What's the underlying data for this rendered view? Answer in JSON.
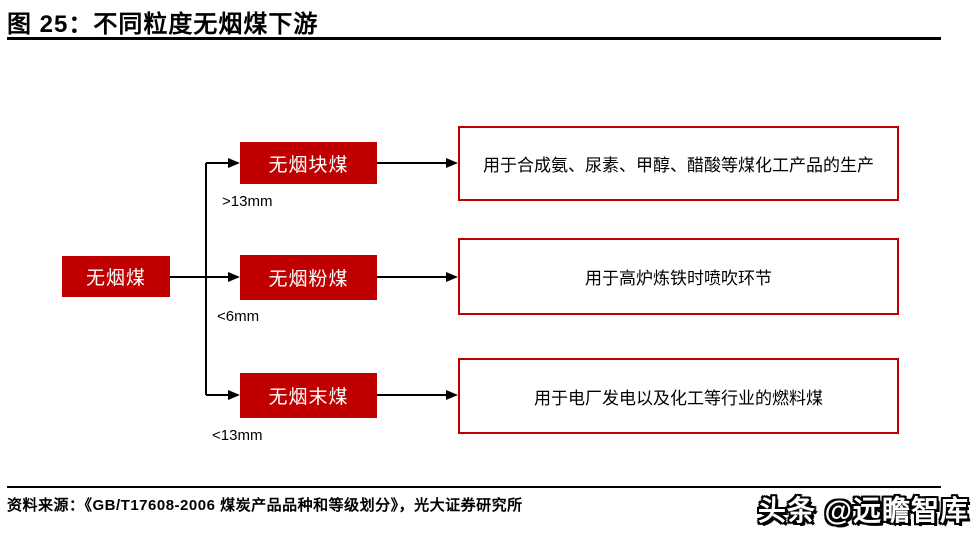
{
  "header": {
    "title": "图 25：不同粒度无烟煤下游"
  },
  "diagram": {
    "root": {
      "label": "无烟煤"
    },
    "branches": [
      {
        "node": "无烟块煤",
        "size": ">13mm",
        "use": "用于合成氨、尿素、甲醇、醋酸等煤化工产品的生产"
      },
      {
        "node": "无烟粉煤",
        "size": "<6mm",
        "use": "用于高炉炼铁时喷吹环节"
      },
      {
        "node": "无烟末煤",
        "size": "<13mm",
        "use": "用于电厂发电以及化工等行业的燃料煤"
      }
    ],
    "colors": {
      "node_fill": "#c00000",
      "node_text": "#ffffff",
      "use_border": "#c00000",
      "connector": "#000000"
    }
  },
  "footer": {
    "source": "资料来源：《GB/T17608-2006 煤炭产品品种和等级划分》，光大证券研究所",
    "watermark": "头条 @远瞻智库"
  }
}
